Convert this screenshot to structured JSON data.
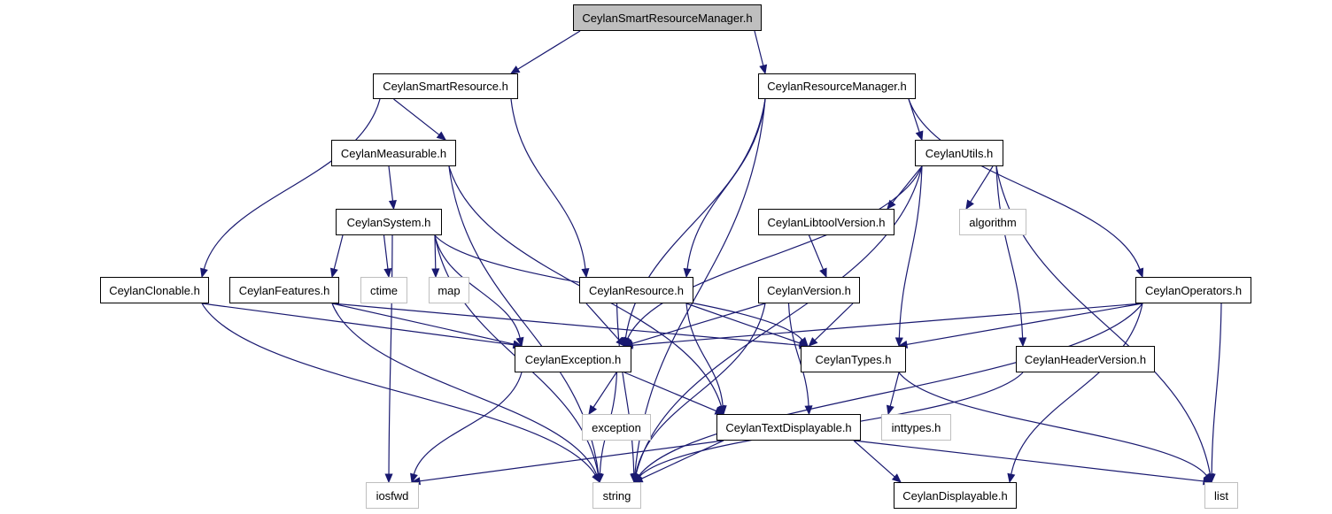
{
  "nodes": {
    "ceylansmartresourcemanager": {
      "label": "CeylanSmartResourceManager.h",
      "kind": "root"
    },
    "ceylansmartresource": {
      "label": "CeylanSmartResource.h",
      "kind": "file"
    },
    "ceylanresourcemanager": {
      "label": "CeylanResourceManager.h",
      "kind": "file"
    },
    "ceylanmeasurable": {
      "label": "CeylanMeasurable.h",
      "kind": "file"
    },
    "ceylanutils": {
      "label": "CeylanUtils.h",
      "kind": "file"
    },
    "ceylansystem": {
      "label": "CeylanSystem.h",
      "kind": "file"
    },
    "ceylanlibtoolversion": {
      "label": "CeylanLibtoolVersion.h",
      "kind": "file"
    },
    "algorithm": {
      "label": "algorithm",
      "kind": "external"
    },
    "ceylanclonable": {
      "label": "CeylanClonable.h",
      "kind": "file"
    },
    "ceylanfeatures": {
      "label": "CeylanFeatures.h",
      "kind": "file"
    },
    "ctime": {
      "label": "ctime",
      "kind": "external"
    },
    "map": {
      "label": "map",
      "kind": "external"
    },
    "ceylanresource": {
      "label": "CeylanResource.h",
      "kind": "file"
    },
    "ceylanversion": {
      "label": "CeylanVersion.h",
      "kind": "file"
    },
    "ceylanoperators": {
      "label": "CeylanOperators.h",
      "kind": "file"
    },
    "ceylanexception": {
      "label": "CeylanException.h",
      "kind": "file"
    },
    "ceylantypes": {
      "label": "CeylanTypes.h",
      "kind": "file"
    },
    "ceylanheaderversion": {
      "label": "CeylanHeaderVersion.h",
      "kind": "file"
    },
    "exception": {
      "label": "exception",
      "kind": "external"
    },
    "ceylantextdisplayable": {
      "label": "CeylanTextDisplayable.h",
      "kind": "file"
    },
    "inttypes": {
      "label": "inttypes.h",
      "kind": "external"
    },
    "iosfwd": {
      "label": "iosfwd",
      "kind": "external"
    },
    "string": {
      "label": "string",
      "kind": "external"
    },
    "ceylandisplayable": {
      "label": "CeylanDisplayable.h",
      "kind": "file"
    },
    "list": {
      "label": "list",
      "kind": "external"
    }
  },
  "edges": [
    [
      "ceylansmartresourcemanager",
      "ceylansmartresource"
    ],
    [
      "ceylansmartresourcemanager",
      "ceylanresourcemanager"
    ],
    [
      "ceylansmartresource",
      "ceylanmeasurable"
    ],
    [
      "ceylansmartresource",
      "ceylanclonable"
    ],
    [
      "ceylansmartresource",
      "ceylanresource"
    ],
    [
      "ceylanmeasurable",
      "ceylansystem"
    ],
    [
      "ceylanmeasurable",
      "string"
    ],
    [
      "ceylanmeasurable",
      "ceylantextdisplayable"
    ],
    [
      "ceylansystem",
      "ceylanfeatures"
    ],
    [
      "ceylansystem",
      "ctime"
    ],
    [
      "ceylansystem",
      "map"
    ],
    [
      "ceylansystem",
      "ceylanexception"
    ],
    [
      "ceylansystem",
      "ceylantypes"
    ],
    [
      "ceylansystem",
      "iosfwd"
    ],
    [
      "ceylansystem",
      "string"
    ],
    [
      "ceylanresourcemanager",
      "ceylanutils"
    ],
    [
      "ceylanresourcemanager",
      "ceylanresource"
    ],
    [
      "ceylanresourcemanager",
      "ceylanexception"
    ],
    [
      "ceylanresourcemanager",
      "ceylanoperators"
    ],
    [
      "ceylanresourcemanager",
      "string"
    ],
    [
      "ceylanutils",
      "ceylanlibtoolversion"
    ],
    [
      "ceylanutils",
      "algorithm"
    ],
    [
      "ceylanutils",
      "ceylanheaderversion"
    ],
    [
      "ceylanutils",
      "ceylantypes"
    ],
    [
      "ceylanutils",
      "ceylanexception"
    ],
    [
      "ceylanutils",
      "string"
    ],
    [
      "ceylanutils",
      "list"
    ],
    [
      "ceylanlibtoolversion",
      "ceylanversion"
    ],
    [
      "ceylanclonable",
      "ceylanexception"
    ],
    [
      "ceylanclonable",
      "string"
    ],
    [
      "ceylanfeatures",
      "ceylanexception"
    ],
    [
      "ceylanfeatures",
      "ceylantypes"
    ],
    [
      "ceylanfeatures",
      "string"
    ],
    [
      "ceylanresource",
      "ceylanexception"
    ],
    [
      "ceylanresource",
      "ceylantypes"
    ],
    [
      "ceylanresource",
      "ceylantextdisplayable"
    ],
    [
      "ceylanresource",
      "string"
    ],
    [
      "ceylanversion",
      "ceylanexception"
    ],
    [
      "ceylanversion",
      "ceylantypes"
    ],
    [
      "ceylanversion",
      "ceylantextdisplayable"
    ],
    [
      "ceylanversion",
      "string"
    ],
    [
      "ceylanoperators",
      "ceylanexception"
    ],
    [
      "ceylanoperators",
      "ceylantypes"
    ],
    [
      "ceylanoperators",
      "string"
    ],
    [
      "ceylanoperators",
      "list"
    ],
    [
      "ceylanoperators",
      "ceylandisplayable"
    ],
    [
      "ceylanexception",
      "exception"
    ],
    [
      "ceylanexception",
      "ceylantextdisplayable"
    ],
    [
      "ceylanexception",
      "iosfwd"
    ],
    [
      "ceylanexception",
      "string"
    ],
    [
      "ceylantypes",
      "inttypes"
    ],
    [
      "ceylantypes",
      "list"
    ],
    [
      "ceylanheaderversion",
      "string"
    ],
    [
      "ceylantextdisplayable",
      "ceylandisplayable"
    ],
    [
      "ceylantextdisplayable",
      "iosfwd"
    ],
    [
      "ceylantextdisplayable",
      "string"
    ],
    [
      "ceylantextdisplayable",
      "list"
    ]
  ]
}
